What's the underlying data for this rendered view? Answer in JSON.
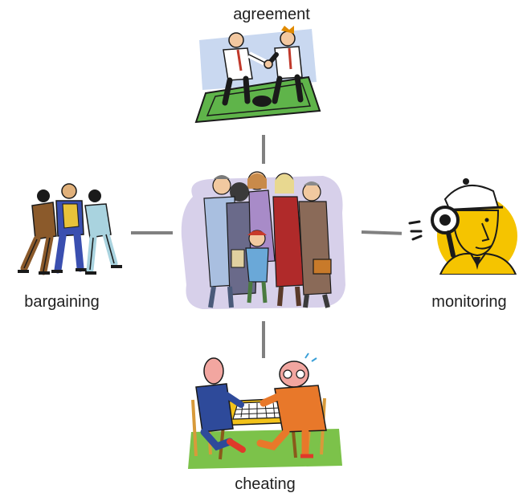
{
  "labels": {
    "top": "agreement",
    "left": "bargaining",
    "right": "monitoring",
    "bottom": "cheating"
  },
  "icons": {
    "center": "group-of-people-illustration",
    "top": "handshake-on-money-illustration",
    "left": "huddle-negotiation-illustration",
    "right": "detective-magnifying-glass-illustration",
    "bottom": "chess-players-illustration"
  },
  "colors": {
    "connector": "#808080",
    "text": "#1f1f1f",
    "money_green": "#5fb44a",
    "sky_blue": "#c9d8f0",
    "detective_yellow": "#f5c400",
    "lavender": "#d7d0ea",
    "lawn_green": "#7cc24a"
  }
}
